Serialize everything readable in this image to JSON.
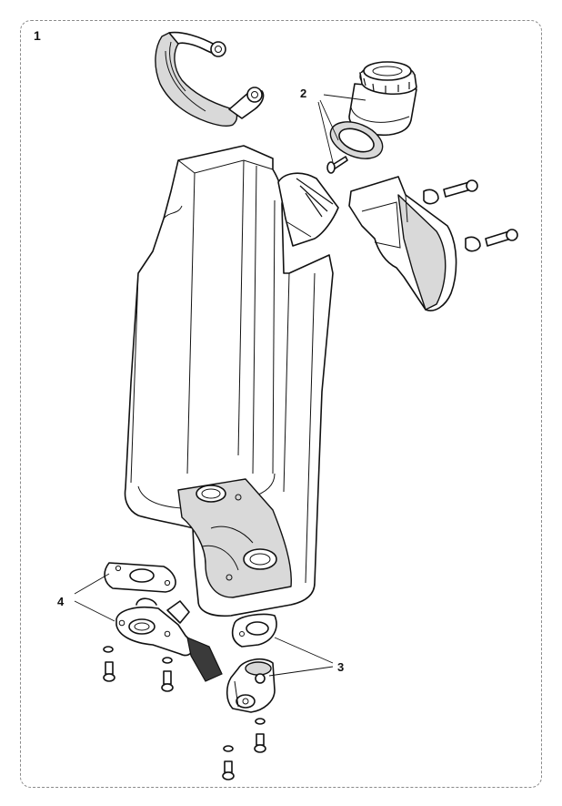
{
  "figure": {
    "number": "1",
    "callouts": [
      "2",
      "3",
      "4"
    ]
  },
  "parts": [
    {
      "icon": "handle-grip"
    },
    {
      "icon": "filter-cap-with-gasket-and-screw"
    },
    {
      "icon": "battery-housing"
    },
    {
      "icon": "mounting-bracket-with-bolts-and-nuts"
    },
    {
      "icon": "bottom-connector-with-gasket"
    },
    {
      "icon": "side-connector-with-gasket"
    },
    {
      "icon": "screws"
    }
  ]
}
